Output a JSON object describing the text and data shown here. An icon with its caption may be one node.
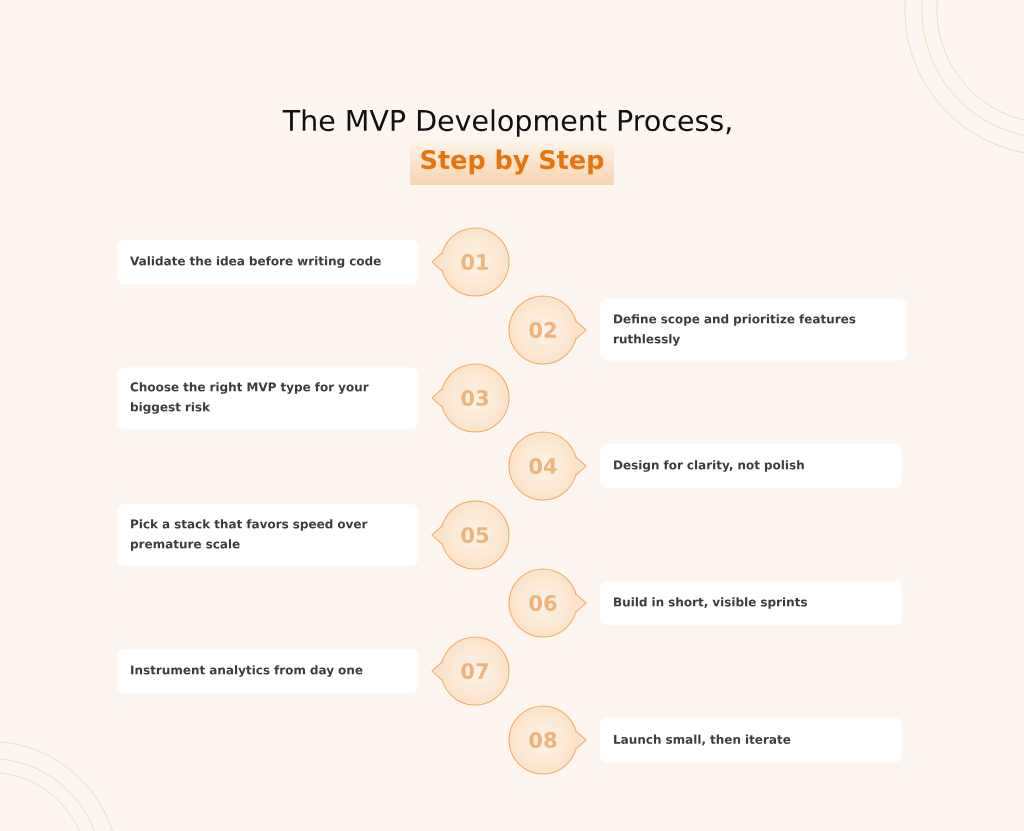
{
  "diagram": {
    "title": "The MVP Development Process,",
    "nodes": [
      {
        "text": [
          "Validate the idea before writing code"
        ]
      },
      {
        "text": [
          "01"
        ]
      },
      {
        "text": [
          "02"
        ]
      },
      {
        "text": [
          "Define scope and prioritize features ruthlessly"
        ]
      },
      {
        "text": [
          "Choose the right MVP type for your biggest risk"
        ]
      },
      {
        "text": [
          "03"
        ]
      },
      {
        "text": [
          "04"
        ]
      },
      {
        "text": [
          "Design for clarity, not polish"
        ]
      },
      {
        "text": [
          "Pick a stack that favors speed over premature scale"
        ]
      },
      {
        "text": [
          "05"
        ]
      },
      {
        "text": [
          "06"
        ]
      },
      {
        "text": [
          "Build in short, visible sprints"
        ]
      },
      {
        "text": [
          "Instrument analytics from day one"
        ]
      },
      {
        "text": [
          "07"
        ]
      },
      {
        "text": [
          "08"
        ]
      },
      {
        "text": [
          "Launch small, then iterate"
        ]
      }
    ],
    "labels": [
      "Step by Step"
    ]
  }
}
